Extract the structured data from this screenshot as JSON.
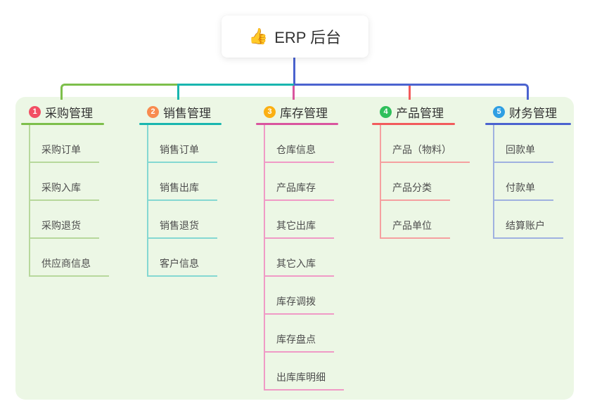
{
  "root": {
    "icon": "👍",
    "label": "ERP 后台",
    "stem_color": "#4b63cf"
  },
  "panel_color": "#ecf7e5",
  "branches": [
    {
      "num": "1",
      "label": "采购管理",
      "badge_color": "#f24f63",
      "line_color": "#7dbf4b",
      "child_line_color": "#b7d89c",
      "children": [
        "采购订单",
        "采购入库",
        "采购退货",
        "供应商信息"
      ]
    },
    {
      "num": "2",
      "label": "销售管理",
      "badge_color": "#f88b4f",
      "line_color": "#19b6af",
      "child_line_color": "#84d8d2",
      "children": [
        "销售订单",
        "销售出库",
        "销售退货",
        "客户信息"
      ]
    },
    {
      "num": "3",
      "label": "库存管理",
      "badge_color": "#fbb013",
      "line_color": "#d9559e",
      "child_line_color": "#f09ac6",
      "children": [
        "仓库信息",
        "产品库存",
        "其它出库",
        "其它入库",
        "库存调拨",
        "库存盘点",
        "出库库明细"
      ]
    },
    {
      "num": "4",
      "label": "产品管理",
      "badge_color": "#2fc05b",
      "line_color": "#f25b5c",
      "child_line_color": "#f5a0a0",
      "children": [
        "产品（物料）",
        "产品分类",
        "产品单位"
      ]
    },
    {
      "num": "5",
      "label": "财务管理",
      "badge_color": "#2f9fe3",
      "line_color": "#4b63cf",
      "child_line_color": "#9fb1e0",
      "children": [
        "回款单",
        "付款单",
        "结算账户"
      ]
    }
  ]
}
